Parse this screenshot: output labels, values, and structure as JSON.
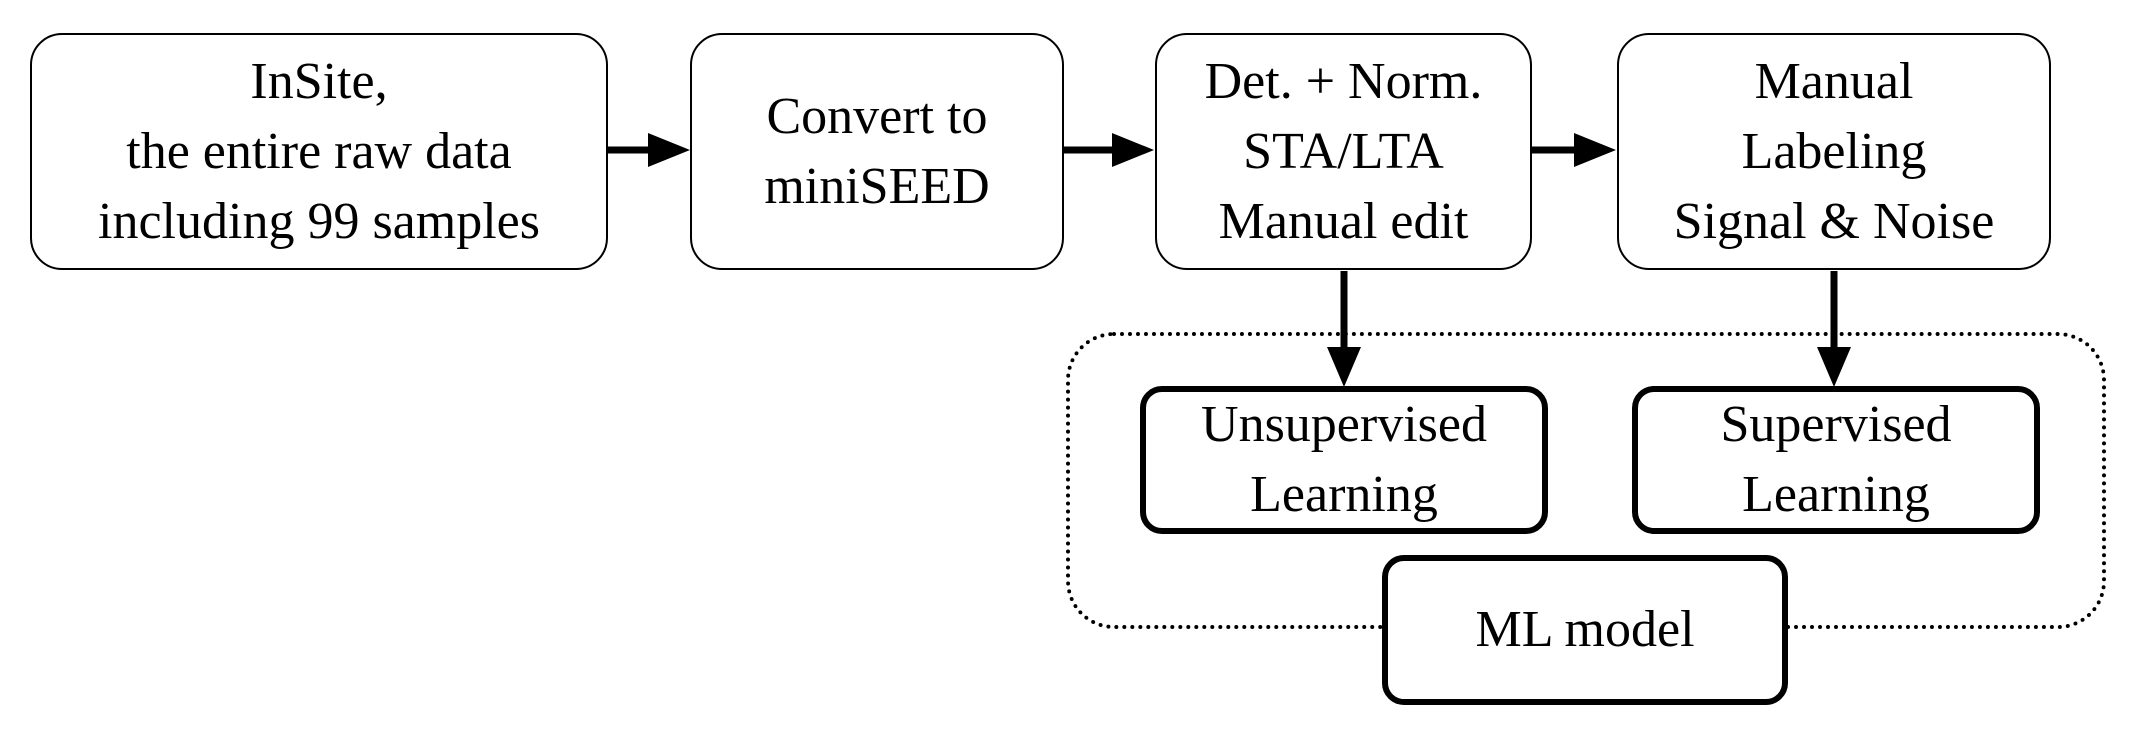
{
  "diagram": {
    "nodes": {
      "insite": {
        "label": "InSite,\nthe entire raw data\nincluding 99 samples"
      },
      "convert": {
        "label": "Convert to\nminiSEED"
      },
      "detnorm": {
        "label": "Det. + Norm.\nSTA/LTA\nManual edit"
      },
      "manual_labeling": {
        "label": "Manual\nLabeling\nSignal & Noise"
      },
      "unsupervised": {
        "label": "Unsupervised\nLearning"
      },
      "supervised": {
        "label": "Supervised\nLearning"
      },
      "ml_model": {
        "label": "ML model"
      }
    },
    "edges": [
      {
        "from": "insite",
        "to": "convert"
      },
      {
        "from": "convert",
        "to": "detnorm"
      },
      {
        "from": "detnorm",
        "to": "manual_labeling"
      },
      {
        "from": "detnorm",
        "to": "unsupervised"
      },
      {
        "from": "manual_labeling",
        "to": "supervised"
      }
    ],
    "groups": [
      {
        "members": [
          "unsupervised",
          "supervised",
          "ml_model"
        ],
        "border": "dotted"
      }
    ]
  }
}
